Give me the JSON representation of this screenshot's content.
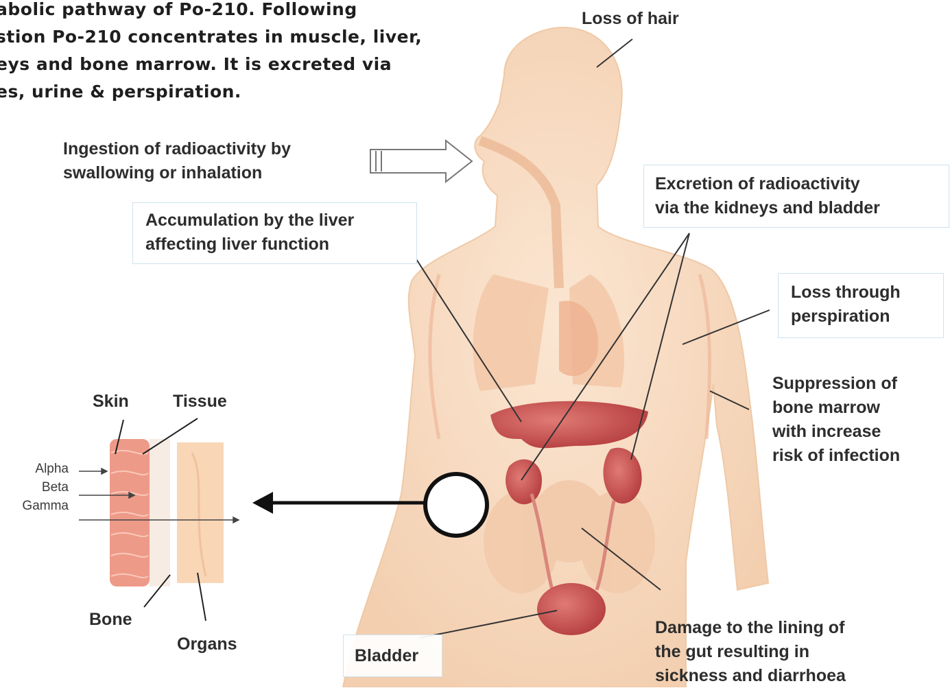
{
  "intro": {
    "lines": [
      "abolic pathway of Po-210. Following",
      "stion Po-210 concentrates in muscle, liver,",
      "eys and bone marrow. It is excreted via",
      "es, urine & perspiration."
    ]
  },
  "labels": {
    "hair": "Loss of hair",
    "ingestion": [
      "Ingestion of radioactivity by",
      "swallowing or inhalation"
    ],
    "liver": [
      "Accumulation by the liver",
      "affecting liver function"
    ],
    "excretion": [
      "Excretion of radioactivity",
      "via the kidneys and bladder"
    ],
    "perspiration": [
      "Loss through",
      "perspiration"
    ],
    "marrow": [
      "Suppression of",
      "bone marrow",
      "with increase",
      "risk of infection"
    ],
    "gut": [
      "Damage to the lining of",
      "the gut resulting in",
      "sickness and diarrhoea"
    ],
    "bladder": "Bladder"
  },
  "inset": {
    "skin": "Skin",
    "tissue": "Tissue",
    "bone": "Bone",
    "organs": "Organs",
    "radiation": [
      "Alpha",
      "Beta",
      "Gamma"
    ]
  },
  "colors": {
    "body_skin": "#f7dcc3",
    "organ": "#c4484a",
    "text": "#2d2d2d",
    "box_border": "#cfe2ee"
  }
}
